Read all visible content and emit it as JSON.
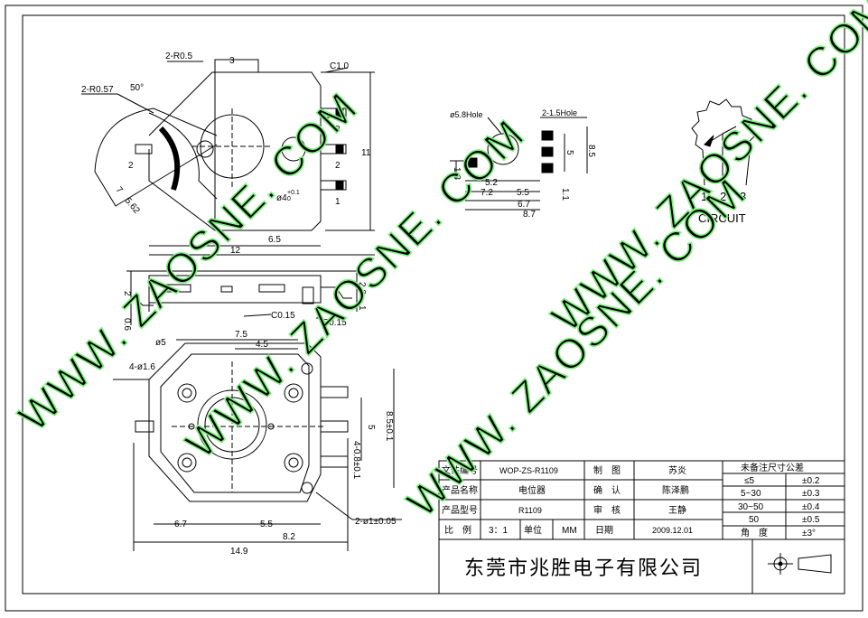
{
  "watermark": "WWW. ZAOSNE. COM",
  "top_view": {
    "labels": [
      "2-R0.5",
      "3",
      "C1.0",
      "50°",
      "2-R0.57",
      "2",
      "3",
      "2",
      "1",
      "ø4",
      "+0.1",
      "0",
      "11",
      "5.62",
      "7",
      "6.5",
      "12"
    ]
  },
  "side_view": {
    "labels": [
      "2",
      "0.6",
      "2.2",
      "1",
      "C0.15",
      "C0.15"
    ]
  },
  "front_view": {
    "labels": [
      "ø5",
      "7.5",
      "4.5",
      "4-ø1.6",
      "5",
      "8.5±0.1",
      "4-0.8±0.1",
      "2-ø1±0.05",
      "6.7",
      "5.5",
      "8.2",
      "14.9"
    ]
  },
  "footprint": {
    "labels": [
      "ø5.8Hole",
      "2-1.5Hole",
      "1.8",
      "5.2",
      "7.2",
      "5.5",
      "6.7",
      "8.7",
      "5",
      "8.5",
      "1.1"
    ]
  },
  "circuit": {
    "pins": [
      "1",
      "2",
      "3"
    ],
    "label": "CIRCUIT"
  },
  "title_block": {
    "rows": [
      [
        "文件编号",
        "WOP-ZS-R1109",
        "制　图",
        "苏炎"
      ],
      [
        "产品名称",
        "电位器",
        "确　认",
        "陈泽鹏"
      ],
      [
        "产品型号",
        "R1109",
        "审　核",
        "王静"
      ],
      [
        "比　例",
        "3：1",
        "单位",
        "MM",
        "日期",
        "2009.12.01"
      ]
    ],
    "tolerance": {
      "header": "未备注尺寸公差",
      "rows": [
        [
          "≤5",
          "±0.2"
        ],
        [
          "5~30",
          "±0.3"
        ],
        [
          "30~50",
          "±0.4"
        ],
        [
          "50",
          "±0.5"
        ],
        [
          "角　度",
          "±3°"
        ]
      ]
    },
    "company": "东莞市兆胜电子有限公司"
  }
}
